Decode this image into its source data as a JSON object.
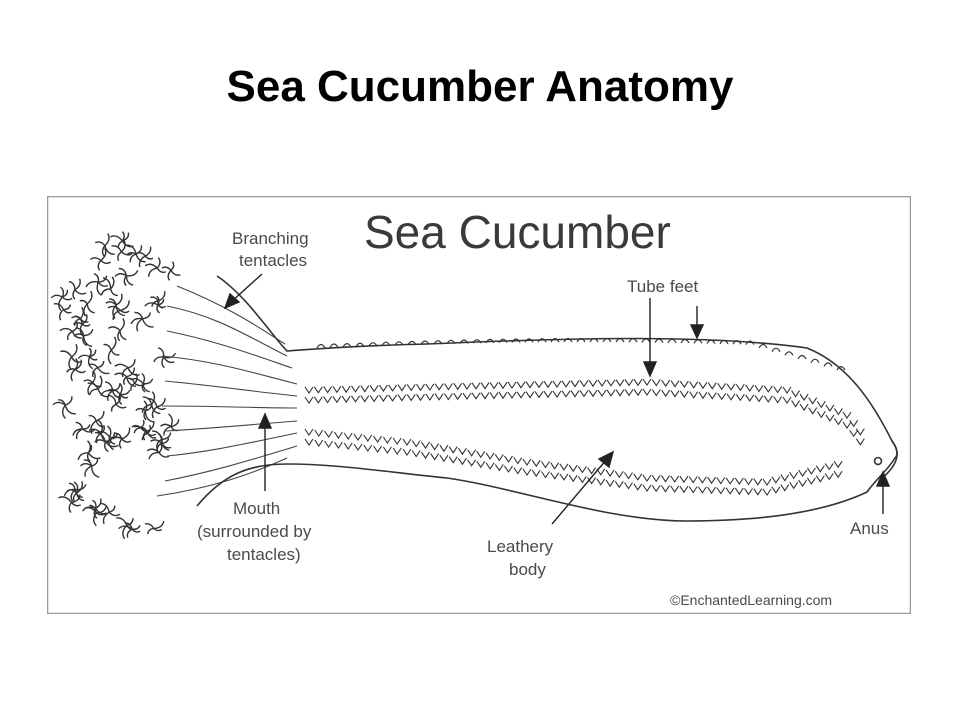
{
  "page": {
    "title": "Sea Cucumber Anatomy"
  },
  "figure": {
    "heading": "Sea Cucumber",
    "labels": {
      "branching_tentacles": [
        "Branching",
        "tentacles"
      ],
      "tube_feet": "Tube feet",
      "mouth": [
        "Mouth",
        "(surrounded by",
        "tentacles)"
      ],
      "leathery_body": [
        "Leathery",
        "body"
      ],
      "anus": "Anus"
    },
    "credit": "©EnchantedLearning.com"
  },
  "colors": {
    "line": "#333333",
    "text": "#4a4a4a",
    "border": "#999999"
  }
}
